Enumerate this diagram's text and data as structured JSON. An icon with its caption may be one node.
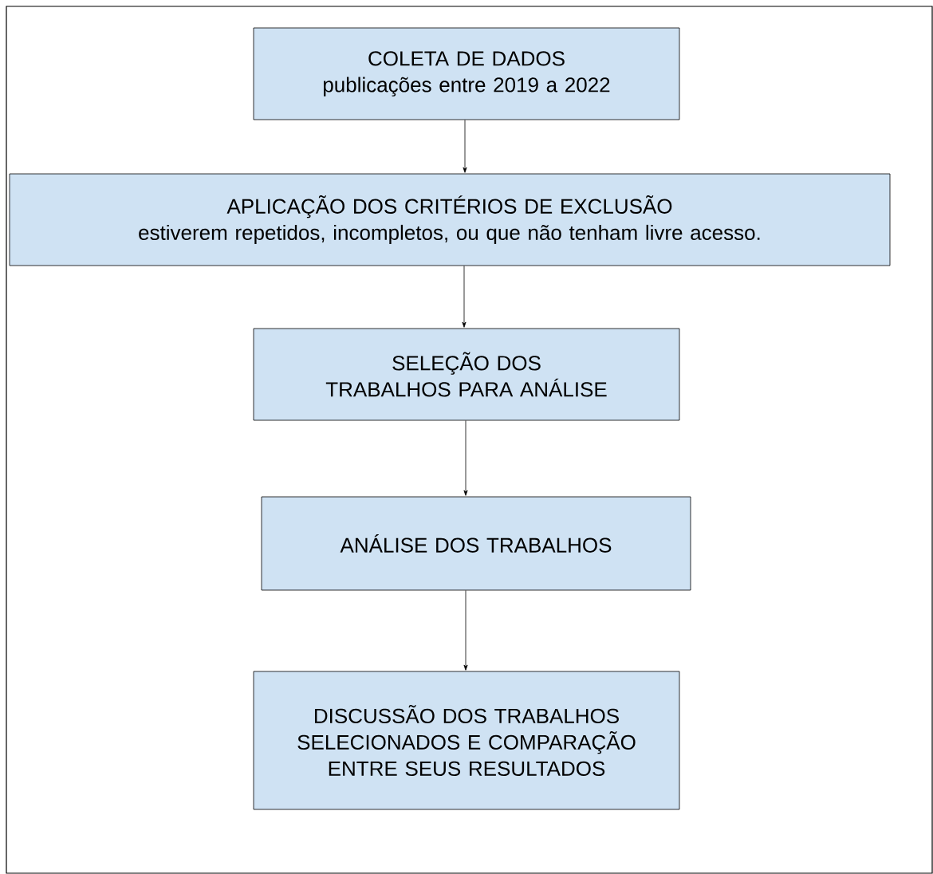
{
  "diagram": {
    "nodes": [
      {
        "text": [
          "COLETA DE DADOS",
          "publicações entre 2019 a 2022"
        ]
      },
      {
        "text": [
          "APLICAÇÃO DOS CRITÉRIOS DE EXCLUSÃO",
          "estiverem repetidos, incompletos, ou que não tenham livre acesso."
        ]
      },
      {
        "text": [
          "SELEÇÃO DOS TRABALHOS PARA ANÁLISE"
        ]
      },
      {
        "text": [
          "ANÁLISE DOS TRABALHOS"
        ]
      },
      {
        "text": [
          "DISCUSSÃO DOS TRABALHOS SELECIONADOS E COMPARAÇÃO ENTRE SEUS RESULTADOS"
        ]
      }
    ],
    "edges": [
      {
        "from": 0,
        "to": 1,
        "arrow": "to"
      },
      {
        "from": 1,
        "to": 2,
        "arrow": "to"
      },
      {
        "from": 2,
        "to": 3,
        "arrow": "to"
      },
      {
        "from": 3,
        "to": 4,
        "arrow": "to"
      }
    ]
  }
}
